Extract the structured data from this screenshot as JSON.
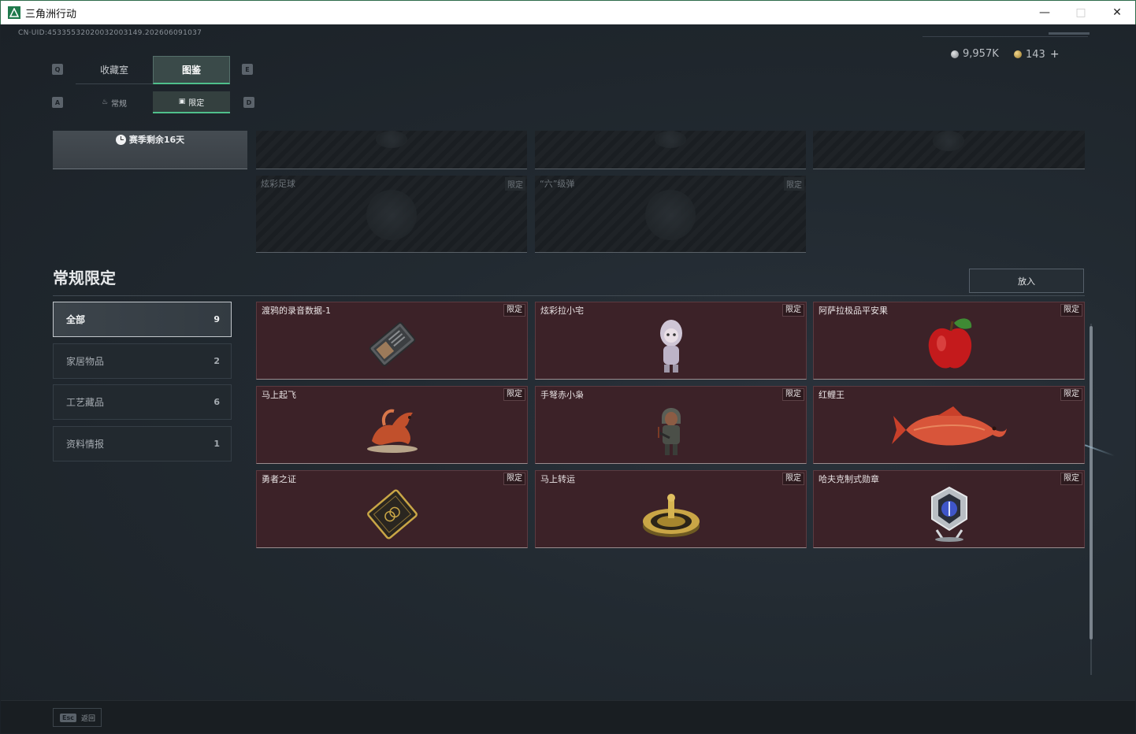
{
  "window": {
    "title": "三角洲行动",
    "min_icon": "minimize-icon",
    "max_icon": "maximize-icon",
    "close_icon": "close-icon"
  },
  "header": {
    "uid": "CN·UID:4533553202003200314​9.202606091037",
    "currency_silver": "9,957K",
    "currency_gold": "143",
    "plus": "+"
  },
  "key_hints": {
    "q": "Q",
    "e": "E",
    "a": "A",
    "d": "D"
  },
  "tabs": [
    {
      "label": "收藏室"
    },
    {
      "label": "图鉴"
    }
  ],
  "subtabs": [
    {
      "label": "常规",
      "icon": "flame-icon"
    },
    {
      "label": "限定",
      "icon": "image-icon"
    }
  ],
  "season": {
    "label": "赛季剩余16天"
  },
  "locked_items": [
    {
      "name": "炫彩足球",
      "tag": "限定"
    },
    {
      "name": "“六”级弹",
      "tag": "限定"
    }
  ],
  "section": {
    "title": "常规限定",
    "put_button": "放入"
  },
  "categories": [
    {
      "label": "全部",
      "count": "9"
    },
    {
      "label": "家居物品",
      "count": "2"
    },
    {
      "label": "工艺藏品",
      "count": "6"
    },
    {
      "label": "资料情报",
      "count": "1"
    }
  ],
  "items": [
    {
      "name": "渡鸦的录音数据-1",
      "tag": "限定",
      "icon": "data-chip-icon"
    },
    {
      "name": "炫彩拉小宅",
      "tag": "限定",
      "icon": "figure-icon"
    },
    {
      "name": "阿萨拉极品平安果",
      "tag": "限定",
      "icon": "apple-icon"
    },
    {
      "name": "马上起飞",
      "tag": "限定",
      "icon": "horse-statue-icon"
    },
    {
      "name": "手弩赤小枭",
      "tag": "限定",
      "icon": "crossbow-figure-icon"
    },
    {
      "name": "红鲤王",
      "tag": "限定",
      "icon": "fish-icon"
    },
    {
      "name": "勇者之证",
      "tag": "限定",
      "icon": "card-icon"
    },
    {
      "name": "马上转运",
      "tag": "限定",
      "icon": "golden-wheel-icon"
    },
    {
      "name": "哈夫克制式勋章",
      "tag": "限定",
      "icon": "medal-icon"
    }
  ],
  "footer": {
    "esc_key": "Esc",
    "esc_label": "返回"
  }
}
